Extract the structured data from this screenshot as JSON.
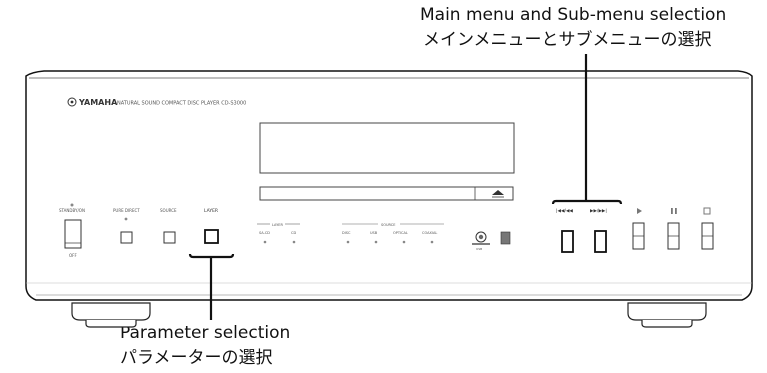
{
  "callouts": {
    "top_en": "Main menu and Sub-menu selection",
    "top_ja": "メインメニューとサブメニューの選択",
    "bottom_en": "Parameter selection",
    "bottom_ja": "パラメーターの選択"
  },
  "device": {
    "brand": "YAMAHA",
    "model_line": "NATURAL SOUND COMPACT DISC PLAYER  CD-S3000",
    "standby_label": "STANDBY/ON",
    "off_label": "OFF",
    "pure_direct_label": "PURE DIRECT",
    "source_label": "SOURCE",
    "layer_label": "LAYER",
    "layer_group_label": "LAYER",
    "layer_leds": [
      "SA-CD",
      "CD"
    ],
    "source_group_label": "SOURCE",
    "source_leds": [
      "DISC",
      "USB",
      "OPTICAL",
      "COAXIAL"
    ],
    "usb_label": "USB",
    "skip_back_label": "|◀◀/◀◀",
    "skip_fwd_label": "▶▶/▶▶|",
    "play_icon": "play-icon",
    "pause_icon": "pause-icon",
    "stop_icon": "stop-icon",
    "eject_icon": "eject-icon"
  }
}
